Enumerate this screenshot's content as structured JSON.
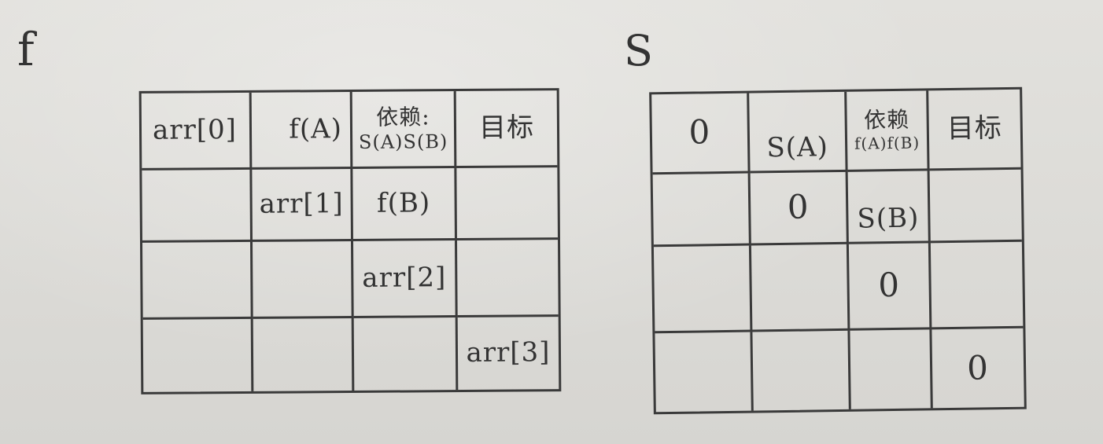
{
  "labels": {
    "f": "f",
    "s": "S"
  },
  "f_table": {
    "rows": [
      [
        "arr[0]",
        "f(A)",
        {
          "top": "依赖:",
          "bottom": "S(A)S(B)"
        },
        "目标"
      ],
      [
        "",
        "arr[1]",
        "f(B)",
        ""
      ],
      [
        "",
        "",
        "arr[2]",
        ""
      ],
      [
        "",
        "",
        "",
        "arr[3]"
      ]
    ]
  },
  "s_table": {
    "rows": [
      [
        "0",
        "S(A)",
        {
          "top": "依赖",
          "bottom": "f(A)f(B)"
        },
        "目标"
      ],
      [
        "",
        "0",
        "S(B)",
        ""
      ],
      [
        "",
        "",
        "0",
        ""
      ],
      [
        "",
        "",
        "",
        "0"
      ]
    ]
  }
}
